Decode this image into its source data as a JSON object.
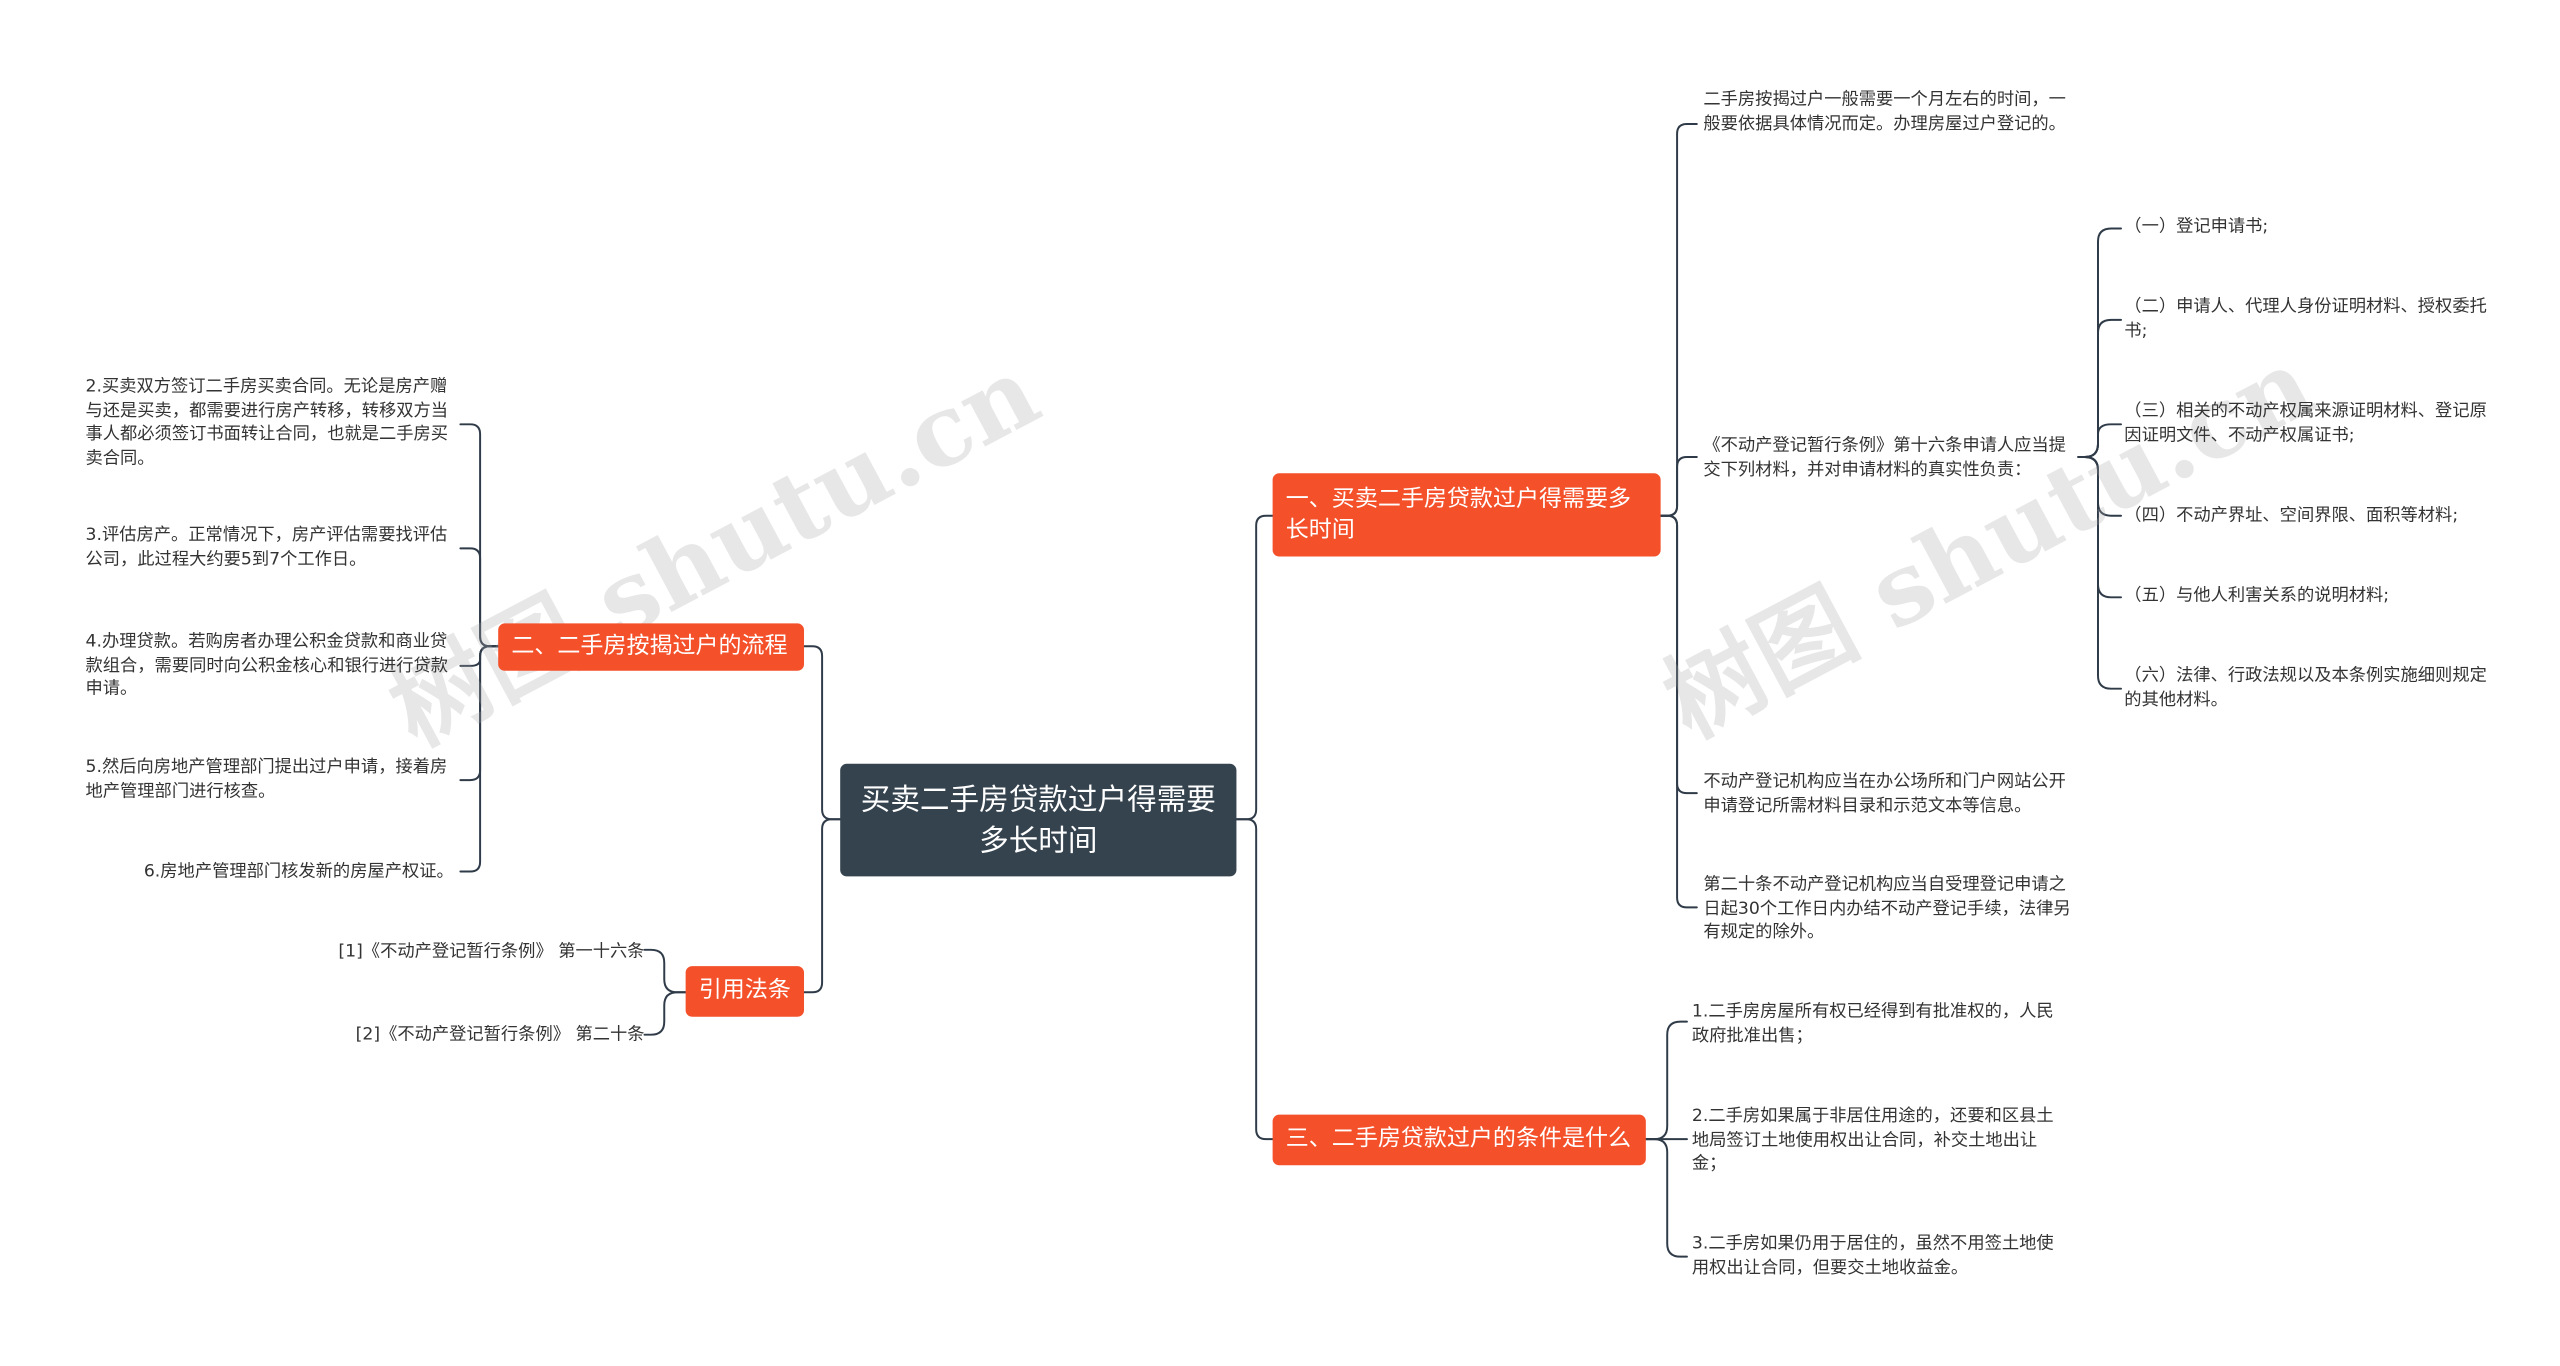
{
  "root": {
    "title": "买卖二手房贷款过户得需要多长时间"
  },
  "branches": {
    "b1": {
      "label": "一、买卖二手房贷款过户得需要多长时间"
    },
    "b2": {
      "label": "二、二手房按揭过户的流程"
    },
    "b3": {
      "label": "三、二手房贷款过户的条件是什么"
    },
    "b4": {
      "label": "引用法条"
    }
  },
  "b1_items": {
    "time": "二手房按揭过户一般需要一个月左右的时间，一般要依据具体情况而定。办理房屋过户登记的。",
    "materials_intro": "《不动产登记暂行条例》第十六条申请人应当提交下列材料，并对申请材料的真实性负责：",
    "materials": [
      "（一）登记申请书;",
      "（二）申请人、代理人身份证明材料、授权委托书;",
      "（三）相关的不动产权属来源证明材料、登记原因证明文件、不动产权属证书;",
      "（四）不动产界址、空间界限、面积等材料;",
      "（五）与他人利害关系的说明材料;",
      "（六）法律、行政法规以及本条例实施细则规定的其他材料。"
    ],
    "public": "不动产登记机构应当在办公场所和门户网站公开申请登记所需材料目录和示范文本等信息。",
    "art20": "第二十条不动产登记机构应当自受理登记申请之日起30个工作日内办结不动产登记手续，法律另有规定的除外。"
  },
  "b2_items": [
    "2.买卖双方签订二手房买卖合同。无论是房产赠与还是买卖，都需要进行房产转移，转移双方当事人都必须签订书面转让合同，也就是二手房买卖合同。",
    "3.评估房产。正常情况下，房产评估需要找评估公司，此过程大约要5到7个工作日。",
    "4.办理贷款。若购房者办理公积金贷款和商业贷款组合，需要同时向公积金核心和银行进行贷款申请。",
    "5.然后向房地产管理部门提出过户申请，接着房地产管理部门进行核查。",
    "6.房地产管理部门核发新的房屋产权证。"
  ],
  "b3_items": [
    "1.二手房房屋所有权已经得到有批准权的，人民政府批准出售；",
    "2.二手房如果属于非居住用途的，还要和区县土地局签订土地使用权出让合同，补交土地出让金；",
    "3.二手房如果仍用于居住的，虽然不用签土地使用权出让合同，但要交土地收益金。"
  ],
  "b4_items": [
    "[1]《不动产登记暂行条例》 第一十六条",
    "[2]《不动产登记暂行条例》 第二十条"
  ],
  "watermark": "树图 shutu.cn",
  "colors": {
    "root": "#35434f",
    "branch": "#f4512b",
    "line": "#2f3b48"
  }
}
